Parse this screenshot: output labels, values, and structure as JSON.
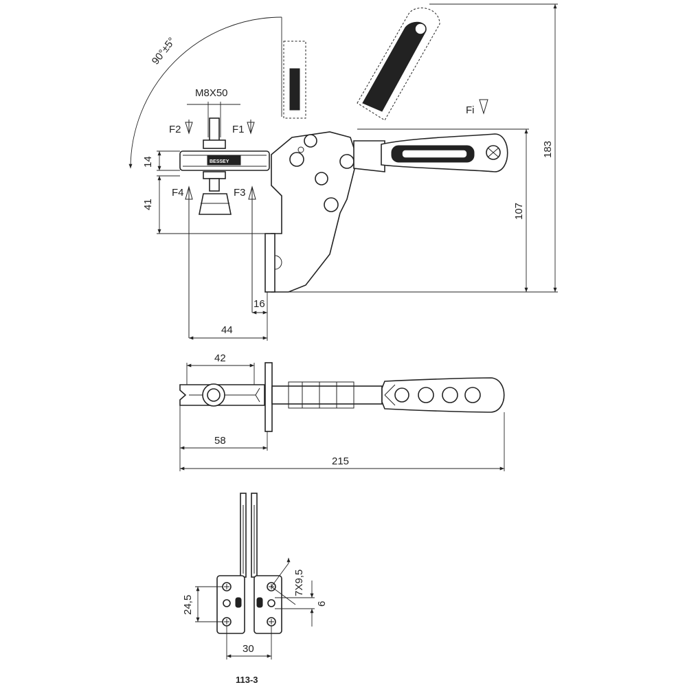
{
  "dimensions": {
    "angle": "90°±5°",
    "thread": "M8X50",
    "d14": "14",
    "d41": "41",
    "d16": "16",
    "d44": "44",
    "d107": "107",
    "d183": "183",
    "d42": "42",
    "d58": "58",
    "d215": "215",
    "d24_5": "24,5",
    "d30": "30",
    "d7x9_5": "7X9,5",
    "d6": "6"
  },
  "forces": {
    "f1": "F1",
    "f2": "F2",
    "f3": "F3",
    "f4": "F4",
    "fi": "Fi"
  },
  "model": "113-3",
  "brand": "BESSEY"
}
